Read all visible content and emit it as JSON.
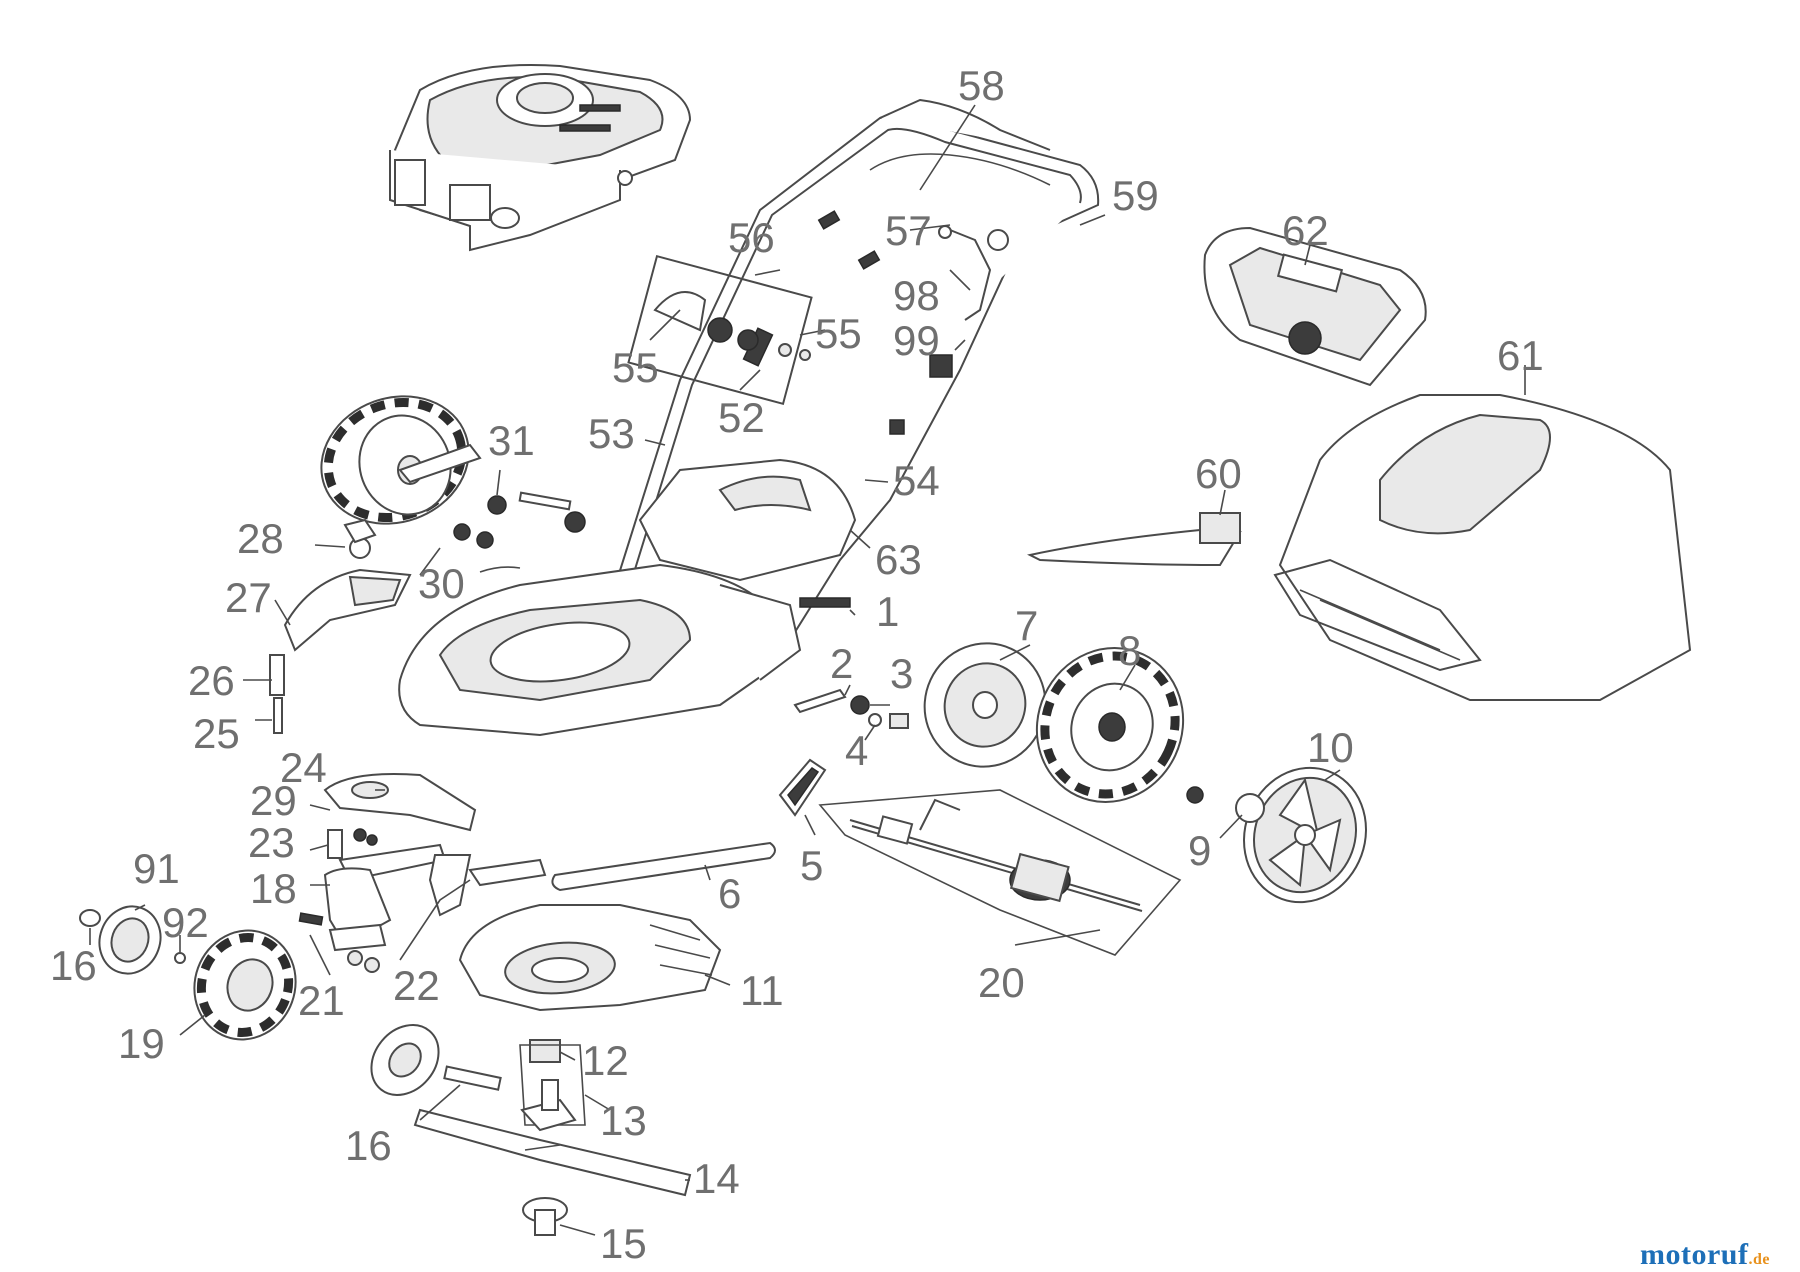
{
  "part_numbers": [
    "58",
    "59",
    "57",
    "56",
    "62",
    "98",
    "55",
    "99",
    "55",
    "52",
    "53",
    "61",
    "31",
    "54",
    "60",
    "28",
    "63",
    "30",
    "27",
    "1",
    "7",
    "8",
    "26",
    "2",
    "3",
    "25",
    "4",
    "10",
    "24",
    "29",
    "9",
    "5",
    "23",
    "91",
    "6",
    "18",
    "92",
    "16",
    "11",
    "22",
    "21",
    "20",
    "19",
    "12",
    "13",
    "16",
    "14",
    "15"
  ],
  "watermark": {
    "brand": "motoruf",
    "suffix": ".de",
    "color_brand": "#1d6fb8",
    "color_accent": "#e8911c"
  },
  "colors": {
    "label": "#6f6f6f",
    "line": "#4a4a4a",
    "fill_dark": "#3c3c3c"
  }
}
